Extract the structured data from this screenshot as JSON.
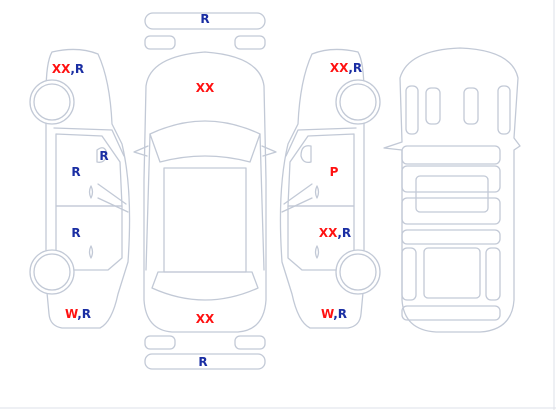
{
  "diagram": {
    "colors": {
      "outline": "#c2c9d6",
      "damage_code": "#ff1111",
      "repair_code": "#1a2ea3",
      "background": "#ffffff"
    },
    "labels": {
      "front_bumper_top": "R",
      "hood": "XX",
      "rear_panel": "XX",
      "rear_bumper_bottom": "R",
      "left_front_fender_code": "XX",
      "left_front_fender_sep": ",",
      "left_front_fender_code2": "R",
      "left_mirror": "R",
      "left_front_door": "R",
      "left_rear_door": "R",
      "left_rear_quarter_code": "W",
      "left_rear_quarter_sep": ",",
      "left_rear_quarter_code2": "R",
      "right_front_fender_code": "XX",
      "right_front_fender_sep": ",",
      "right_front_fender_code2": "R",
      "right_front_door": "P",
      "right_rear_door_code": "XX",
      "right_rear_door_sep": ",",
      "right_rear_door_code2": "R",
      "right_rear_quarter_code": "W",
      "right_rear_quarter_sep": ",",
      "right_rear_quarter_code2": "R"
    }
  }
}
